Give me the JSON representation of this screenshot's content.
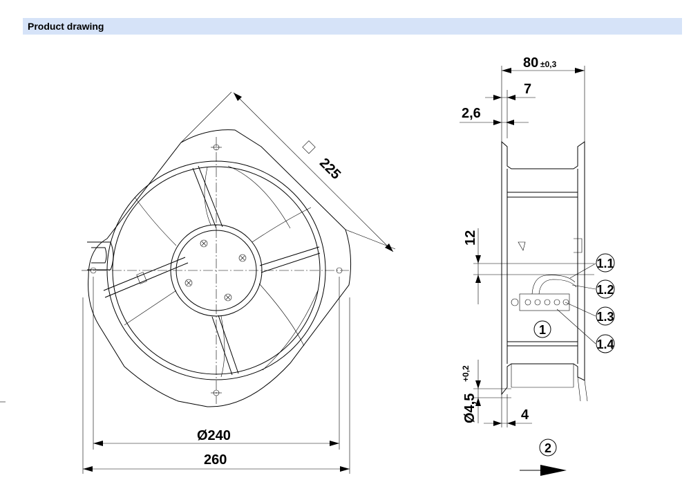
{
  "header": {
    "title": "Product drawing"
  },
  "front_view": {
    "dim_square": "225",
    "dim_diameter": "Ø240",
    "dim_width": "260"
  },
  "side_view": {
    "dim_depth": "80",
    "dim_depth_tol": "±0,3",
    "dim_7": "7",
    "dim_2_6": "2,6",
    "dim_12": "12",
    "dim_hole": "Ø4,5",
    "dim_hole_tol": "+0,2",
    "dim_4": "4",
    "callouts": [
      "1.1",
      "1.2",
      "1.3",
      "1.4"
    ],
    "marker_1": "1",
    "marker_2": "2"
  }
}
